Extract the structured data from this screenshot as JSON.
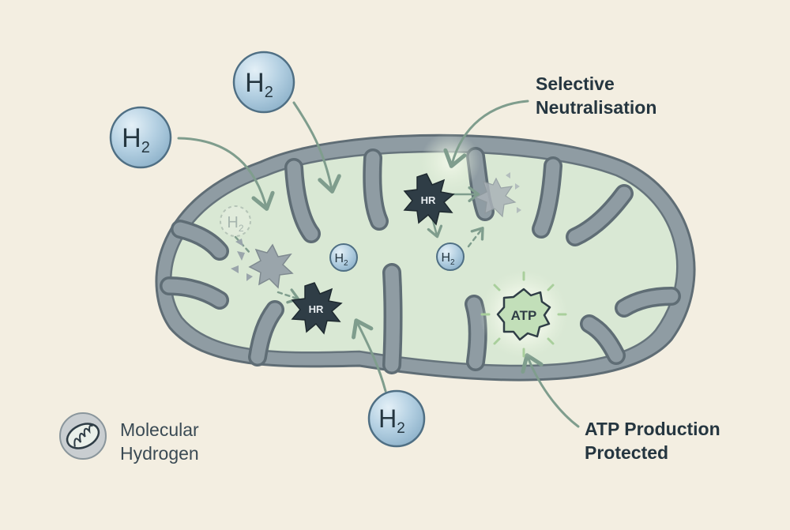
{
  "molecules": {
    "h2_top": "H",
    "h2_left": "H",
    "h2_bottom": "H",
    "h2_inner_left": "H",
    "h2_inner_right": "H",
    "h2_fading": "H",
    "subscript": "2"
  },
  "radicals": {
    "left": "HR",
    "right": "HR"
  },
  "atp": {
    "label": "ATP"
  },
  "callouts": {
    "selective_line1": "Selective",
    "selective_line2": "Neutralisation",
    "atp_line1": "ATP Production",
    "atp_line2": "Protected"
  },
  "legend": {
    "line1": "Molecular",
    "line2": "Hydrogen"
  },
  "colors": {
    "background": "#f3eee1",
    "membrane": "#8f9ca3",
    "matrix": "#d9e8d4",
    "arrow": "#7f9d8d",
    "molecule": "#a9c8dc",
    "radical": "#2f3d46",
    "atp": "#c2dfb9"
  }
}
